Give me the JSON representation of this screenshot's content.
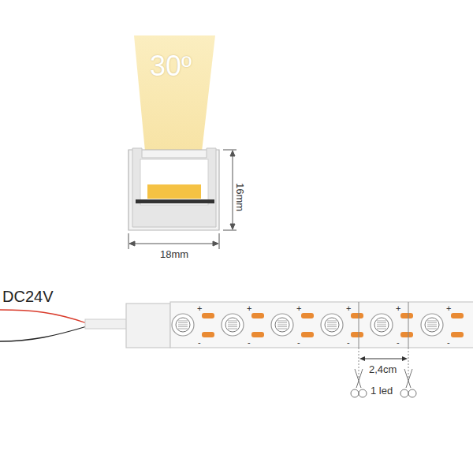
{
  "diagram": {
    "labels": [
      "30º",
      "16mm",
      "18mm",
      "DC24V",
      "2,4cm",
      "1 led",
      "+",
      "-",
      "+",
      "-",
      "+",
      "-",
      "+",
      "-",
      "+",
      "-",
      "+",
      "-"
    ]
  }
}
